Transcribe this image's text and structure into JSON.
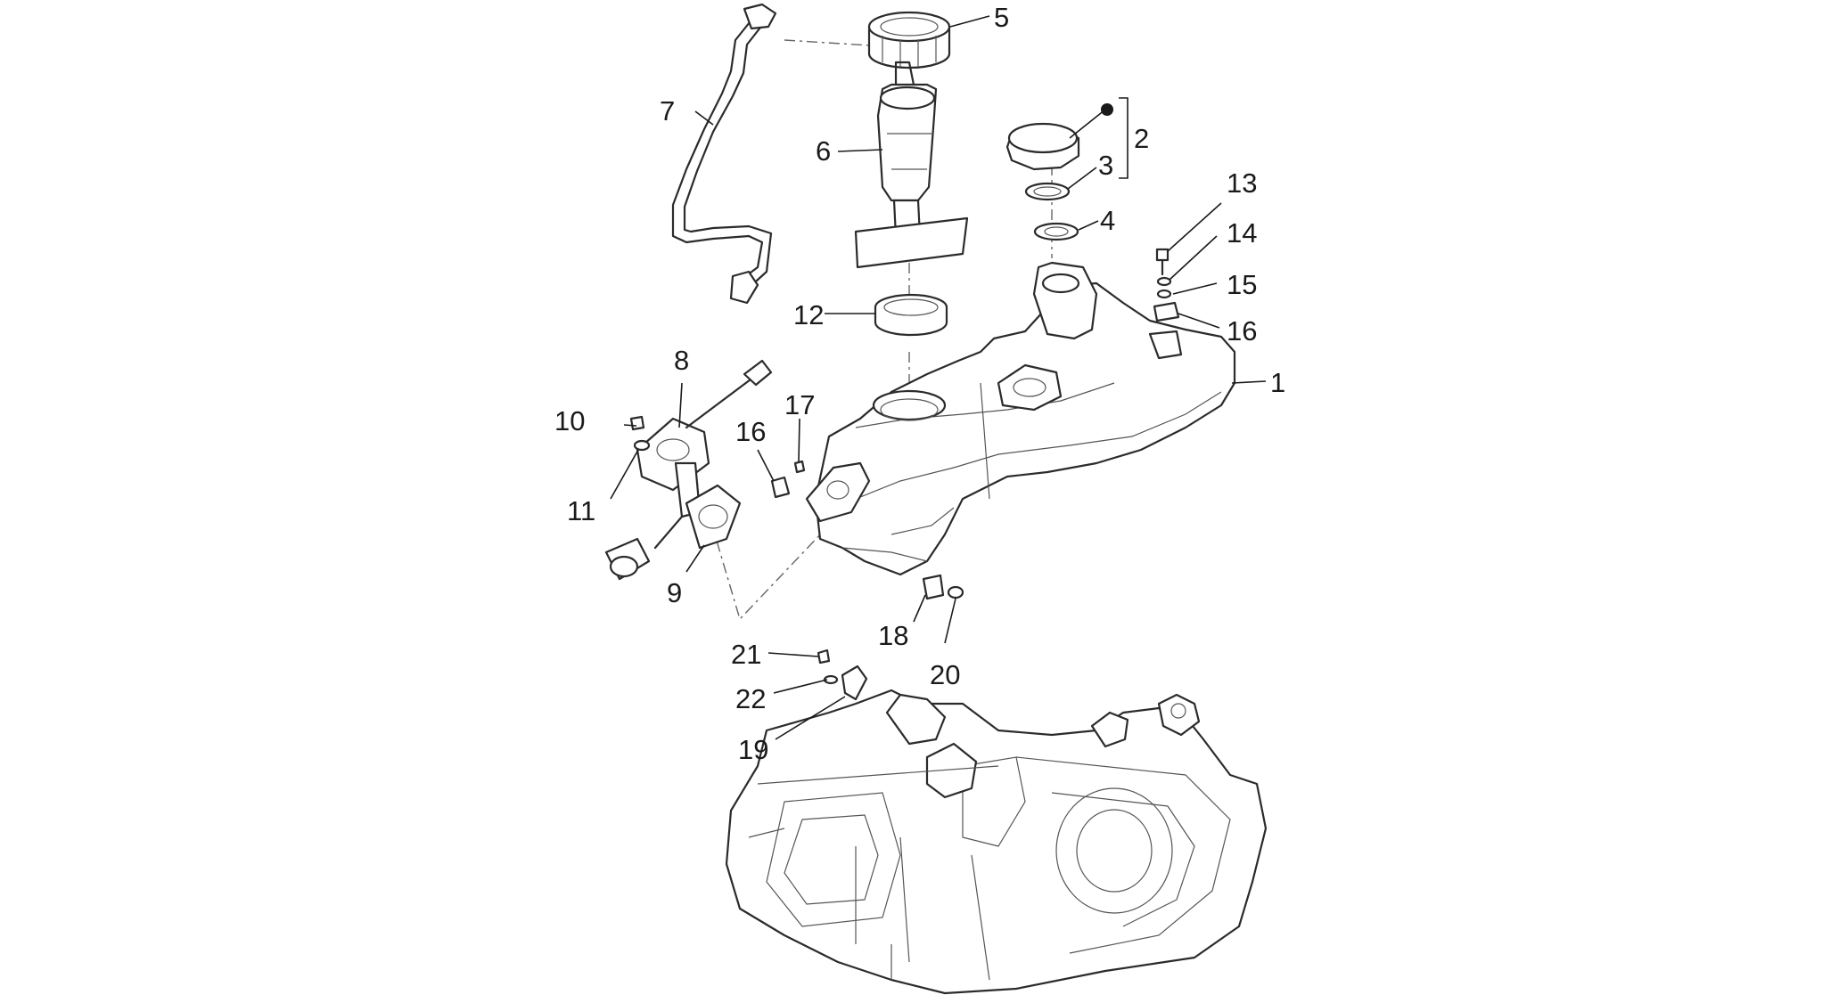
{
  "callouts": {
    "c1": "1",
    "c2": "2",
    "c3": "3",
    "c4": "4",
    "c5": "5",
    "c6": "6",
    "c7": "7",
    "c8": "8",
    "c9": "9",
    "c10": "10",
    "c11": "11",
    "c12": "12",
    "c13": "13",
    "c14": "14",
    "c15": "15",
    "c16a": "16",
    "c16b": "16",
    "c17": "17",
    "c18": "18",
    "c19": "19",
    "c20": "20",
    "c21": "21",
    "c22": "22"
  },
  "colors": {
    "background": "#ffffff",
    "line": "#2b2b2b",
    "text": "#1a1a1a"
  }
}
